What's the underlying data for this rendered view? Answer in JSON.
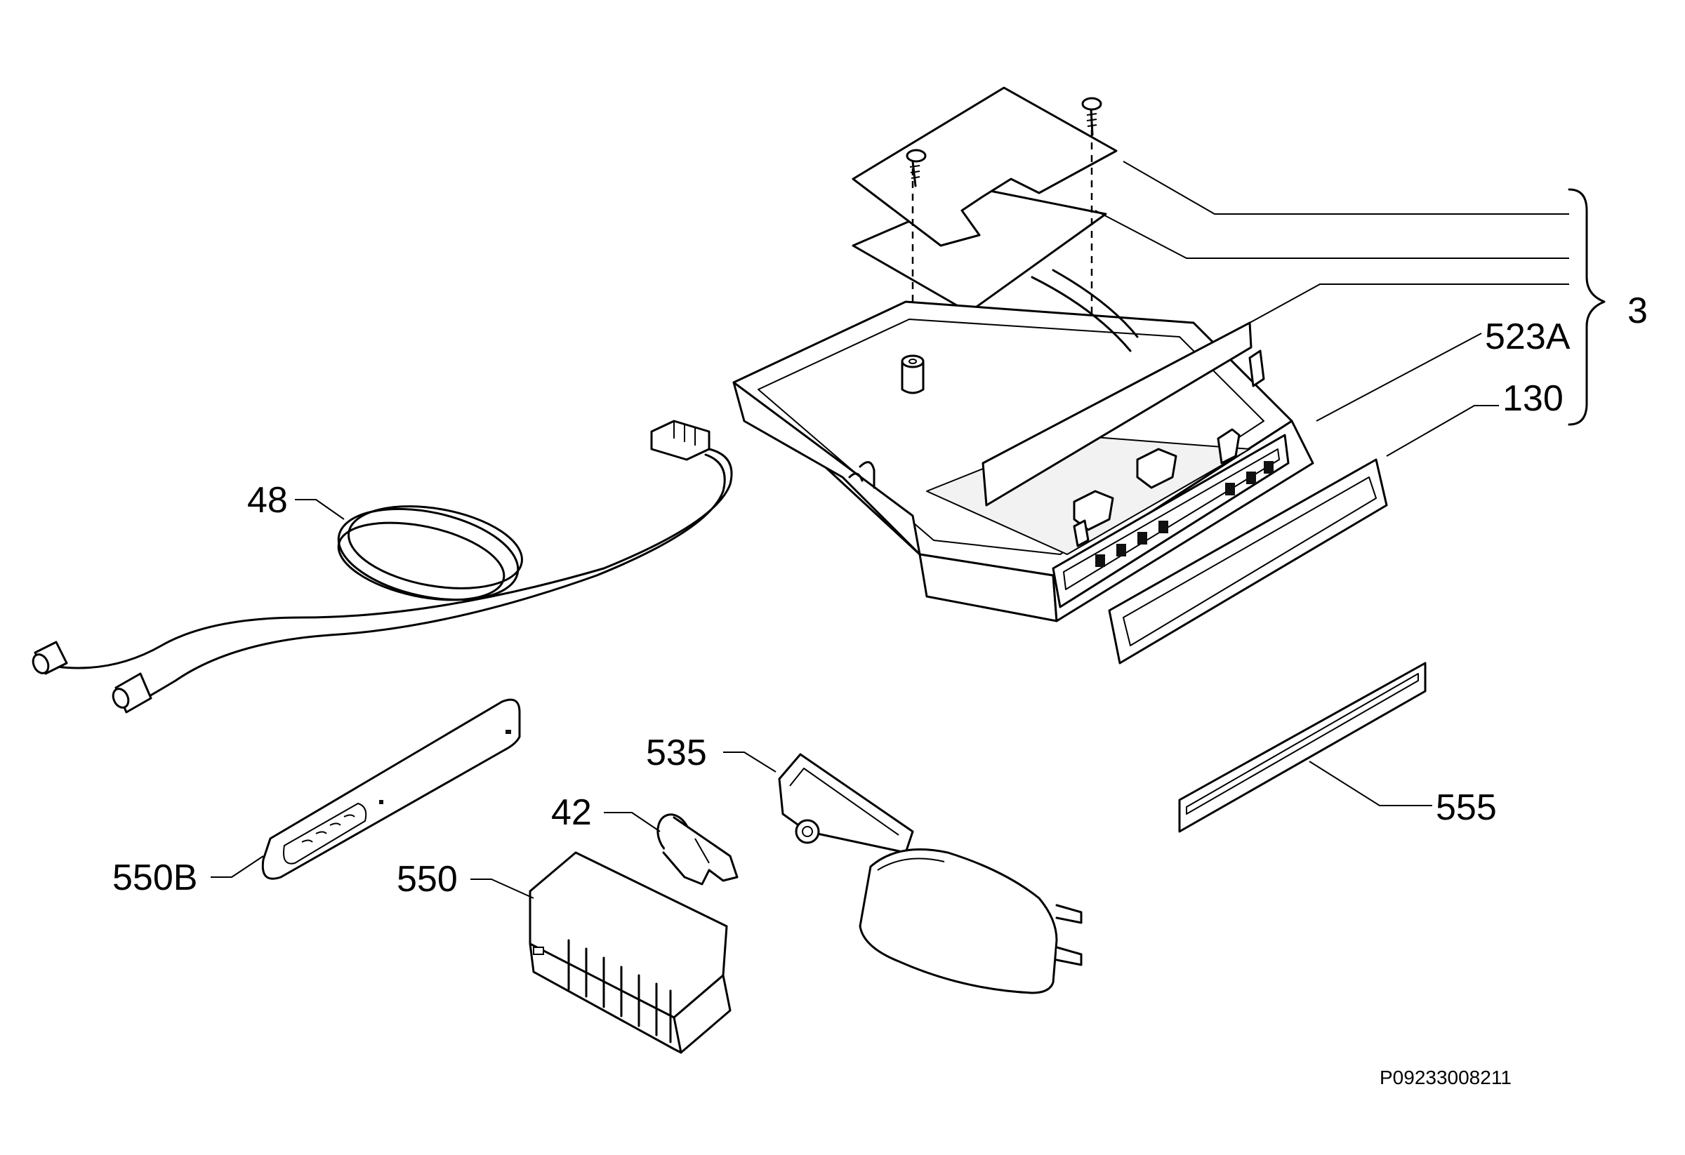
{
  "callouts": {
    "c3": "3",
    "c523A": "523A",
    "c130": "130",
    "c48": "48",
    "c535": "535",
    "c42": "42",
    "c555": "555",
    "c550B": "550B",
    "c550": "550"
  },
  "drawing_code": "P09233008211"
}
